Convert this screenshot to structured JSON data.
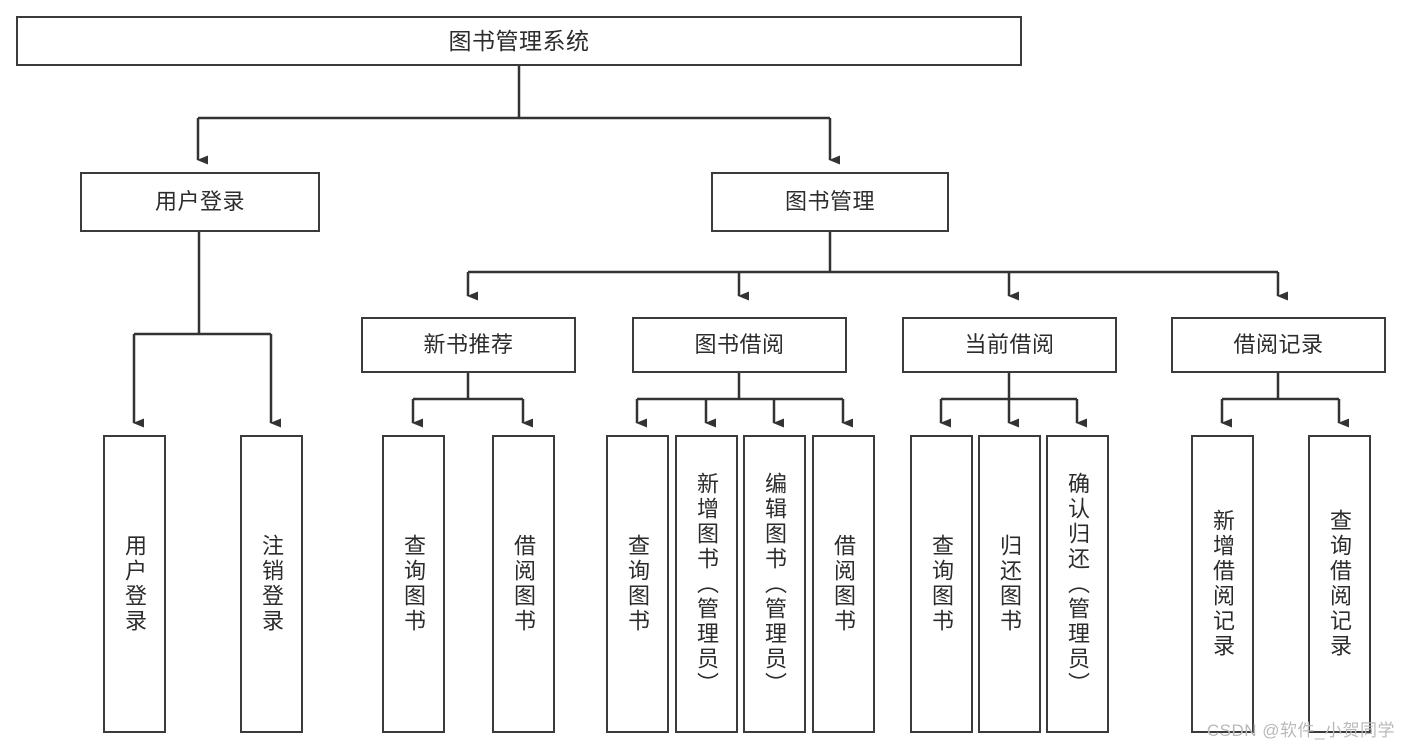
{
  "diagram": {
    "title": "图书管理系统",
    "watermark": "CSDN @软件_小贺同学",
    "colors": {
      "box_border": "#3b3b3b",
      "connector": "#333333",
      "text": "#2c2c2c",
      "background": "#ffffff",
      "watermark": "#b9b9b9"
    },
    "root": {
      "label": "图书管理系统"
    },
    "branches": [
      {
        "label": "用户登录"
      },
      {
        "label": "图书管理"
      },
      {
        "label": "新书推荐"
      },
      {
        "label": "图书借阅"
      },
      {
        "label": "当前借阅"
      },
      {
        "label": "借阅记录"
      }
    ],
    "leaves": [
      {
        "label": "用户登录"
      },
      {
        "label": "注销登录"
      },
      {
        "label": "查询图书"
      },
      {
        "label": "借阅图书"
      },
      {
        "label": "查询图书"
      },
      {
        "label": "新增图书（管理员）"
      },
      {
        "label": "编辑图书（管理员）"
      },
      {
        "label": "借阅图书"
      },
      {
        "label": "查询图书"
      },
      {
        "label": "归还图书"
      },
      {
        "label": "确认归还（管理员）"
      },
      {
        "label": "新增借阅记录"
      },
      {
        "label": "查询借阅记录"
      }
    ]
  }
}
